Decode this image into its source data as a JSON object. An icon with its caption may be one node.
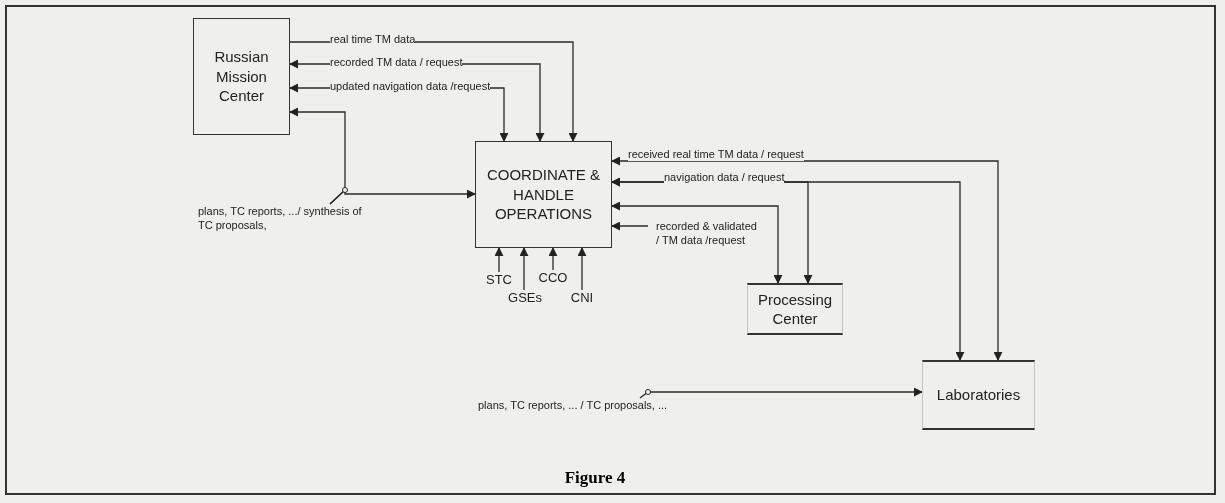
{
  "diagram": {
    "caption": "Figure 4",
    "nodes": [
      {
        "text": [
          "Russian Mission Center"
        ]
      },
      {
        "text": [
          "COORDINATE & HANDLE OPERATIONS"
        ]
      },
      {
        "text": [
          "Processing Center"
        ]
      },
      {
        "text": [
          "Laboratories"
        ]
      },
      {
        "text": [
          "plans, TC reports, .../ synthesis of TC proposals,"
        ]
      },
      {
        "text": [
          "plans, TC reports, ... / TC proposals, ..."
        ]
      },
      {
        "text": [
          "STC"
        ]
      },
      {
        "text": [
          "GSEs"
        ]
      },
      {
        "text": [
          "CCO"
        ]
      },
      {
        "text": [
          "CNI"
        ]
      }
    ],
    "edges": [
      {
        "from": 0,
        "to": 1,
        "arrow": "to",
        "label": "real time TM data"
      },
      {
        "from": 0,
        "to": 1,
        "arrow": "both",
        "label": "recorded TM data / request"
      },
      {
        "from": 0,
        "to": 1,
        "arrow": "both",
        "label": "updated navigation data /request"
      },
      {
        "from": 4,
        "to": 0,
        "arrow": "to"
      },
      {
        "from": 4,
        "to": 1,
        "arrow": "to"
      },
      {
        "from": 3,
        "to": 1,
        "arrow": "both",
        "label": "received real time TM data / request"
      },
      {
        "from": 3,
        "to": 1,
        "arrow": "both",
        "label": "navigation data / request"
      },
      {
        "from": 2,
        "to": 1,
        "arrow": "both"
      },
      {
        "from": 2,
        "to": 1,
        "arrow": "both"
      },
      {
        "from": null,
        "to": 1,
        "arrow": "to",
        "label": "recorded & validated / TM data /request"
      },
      {
        "from": 5,
        "to": 3,
        "arrow": "to"
      },
      {
        "from": 6,
        "to": 1,
        "arrow": "to"
      },
      {
        "from": 7,
        "to": 1,
        "arrow": "to"
      },
      {
        "from": 8,
        "to": 1,
        "arrow": "to"
      },
      {
        "from": 9,
        "to": 1,
        "arrow": "to"
      }
    ]
  }
}
